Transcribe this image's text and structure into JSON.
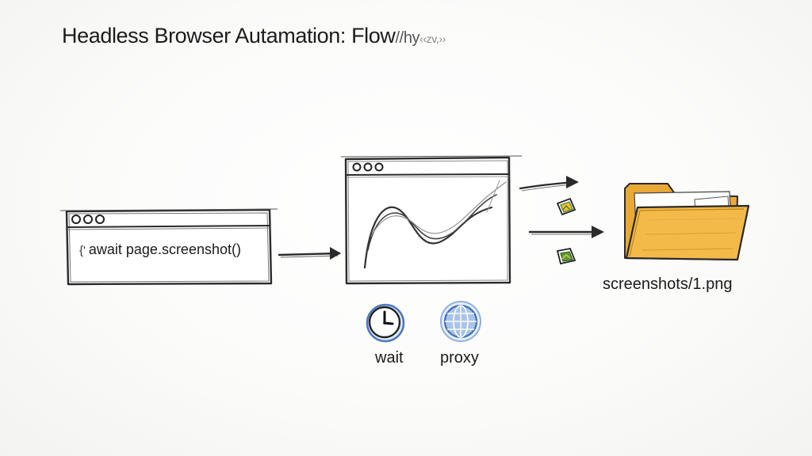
{
  "title": "Headless Browser Autamation: Flow",
  "title_tail": "//hy",
  "title_tail_faint": "‹‹zv,››",
  "code_window": {
    "brace": "{'",
    "code": "await page.screenshot()"
  },
  "output_path": "screenshots/1.png",
  "options": [
    {
      "icon": "clock-icon",
      "label": "wait"
    },
    {
      "icon": "globe-icon",
      "label": "proxy"
    }
  ],
  "colors": {
    "pencil": "#2a2a2a",
    "folder": "#f0b540",
    "folder_shadow": "#c98a1e",
    "globe": "#5a86c8",
    "clock_ring": "#4a78c0",
    "thumb_green": "#5a9e3c",
    "thumb_yellow": "#f1c232"
  }
}
